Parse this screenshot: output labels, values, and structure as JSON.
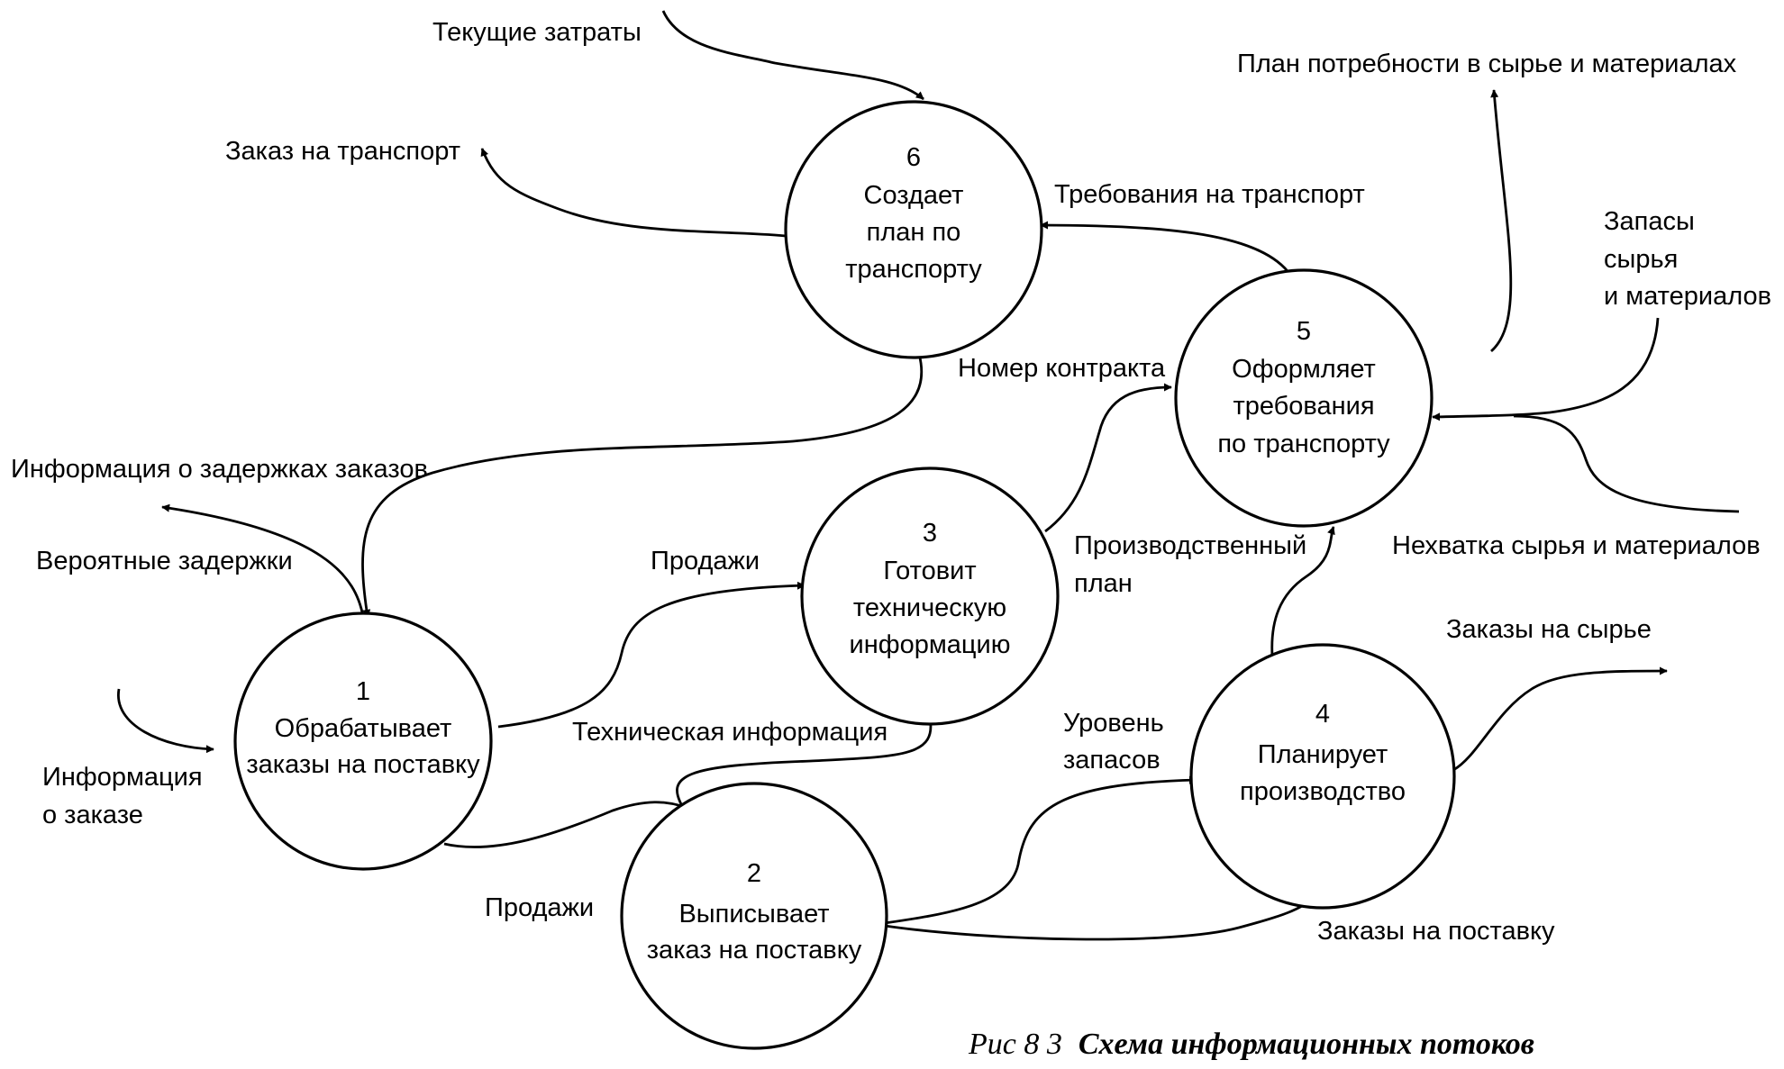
{
  "nodes": [
    {
      "number": "1",
      "lines": [
        "Обрабатывает",
        "заказы на поставку"
      ]
    },
    {
      "number": "2",
      "lines": [
        "Выписывает",
        "заказ на поставку"
      ]
    },
    {
      "number": "3",
      "lines": [
        "Готовит",
        "техническую",
        "информацию"
      ]
    },
    {
      "number": "4",
      "lines": [
        "Планирует",
        "производство"
      ]
    },
    {
      "number": "5",
      "lines": [
        "Оформляет",
        "требования",
        "по транспорту"
      ]
    },
    {
      "number": "6",
      "lines": [
        "Создает",
        "план по",
        "транспорту"
      ]
    }
  ],
  "flows": {
    "current_costs": "Текущие затраты",
    "transport_order": "Заказ на транспорт",
    "transport_requirements": "Требования на транспорт",
    "materials_plan": "План потребности в сырье и материалах",
    "materials_stock": [
      "Запасы",
      "сырья",
      "и материалов"
    ],
    "contract_number": "Номер контракта",
    "order_delay_info": "Информация о задержках заказов",
    "probable_delays": "Вероятные задержки",
    "sales_top": "Продажи",
    "production_plan": [
      "Производственный",
      "план"
    ],
    "materials_shortage": "Нехватка сырья и материалов",
    "raw_orders": "Заказы на сырье",
    "order_info": [
      "Информация",
      "о заказе"
    ],
    "tech_info": "Техническая информация",
    "stock_level": [
      "Уровень",
      "запасов"
    ],
    "sales_bottom": "Продажи",
    "supply_orders": "Заказы на поставку"
  },
  "caption": {
    "prefix": "Рис  8 3",
    "title": "Схема информационных потоков"
  }
}
